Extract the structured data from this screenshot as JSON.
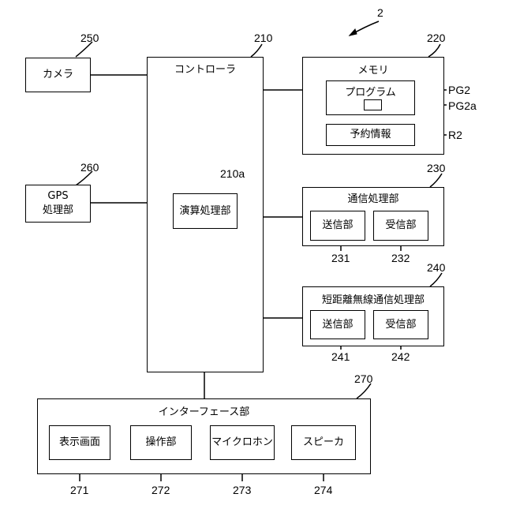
{
  "figure": {
    "ref": "2",
    "camera": {
      "label": "カメラ",
      "ref": "250"
    },
    "gps": {
      "label_line1": "GPS",
      "label_line2": "処理部",
      "ref": "260"
    },
    "controller": {
      "label": "コントローラ",
      "ref": "210",
      "calc": {
        "label": "演算処理部",
        "ref": "210a"
      }
    },
    "memory": {
      "label": "メモリ",
      "ref": "220",
      "program": {
        "label": "プログラム",
        "ref": "PG2"
      },
      "program_part": {
        "ref": "PG2a"
      },
      "reservation": {
        "label": "予約情報",
        "ref": "R2"
      }
    },
    "comm": {
      "label": "通信処理部",
      "ref": "230",
      "tx": {
        "label": "送信部",
        "ref": "231"
      },
      "rx": {
        "label": "受信部",
        "ref": "232"
      }
    },
    "shortrange": {
      "label": "短距離無線通信処理部",
      "ref": "240",
      "tx": {
        "label": "送信部",
        "ref": "241"
      },
      "rx": {
        "label": "受信部",
        "ref": "242"
      }
    },
    "interface": {
      "label": "インターフェース部",
      "ref": "270",
      "items": [
        {
          "label": "表示画面",
          "ref": "271"
        },
        {
          "label": "操作部",
          "ref": "272"
        },
        {
          "label": "マイクロホン",
          "ref": "273"
        },
        {
          "label": "スピーカ",
          "ref": "274"
        }
      ]
    }
  }
}
